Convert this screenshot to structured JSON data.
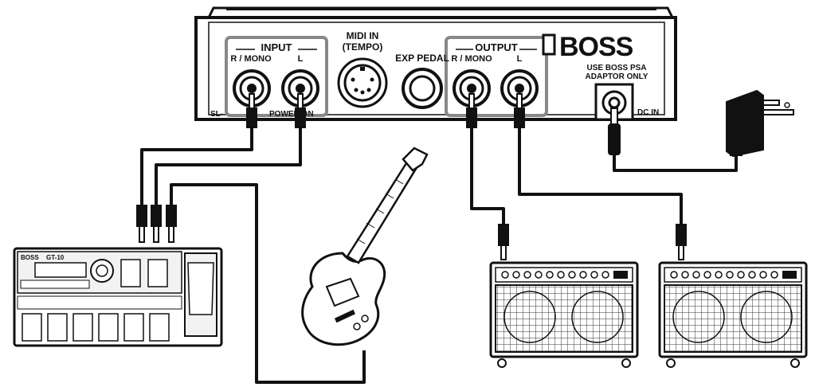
{
  "pedal": {
    "brand": "BOSS",
    "input_label": "INPUT",
    "input_r_mono": "R / MONO",
    "input_l": "L",
    "midi_in": "MIDI IN",
    "midi_tempo": "(TEMPO)",
    "exp_pedal": "EXP PEDAL",
    "output_label": "OUTPUT",
    "output_r_mono": "R / MONO",
    "output_l": "L",
    "psa_line1": "USE BOSS PSA",
    "psa_line2": "ADAPTOR ONLY",
    "dc_in": "DC IN",
    "power_on": "POWER ON",
    "model_prefix": "SL-"
  },
  "multi_effects": {
    "brand": "BOSS",
    "model": "GT-10"
  },
  "colors": {
    "line": "#111111",
    "highlight_box": "#888888",
    "panel_fill": "#f2f2f2",
    "grille": "#444444"
  }
}
